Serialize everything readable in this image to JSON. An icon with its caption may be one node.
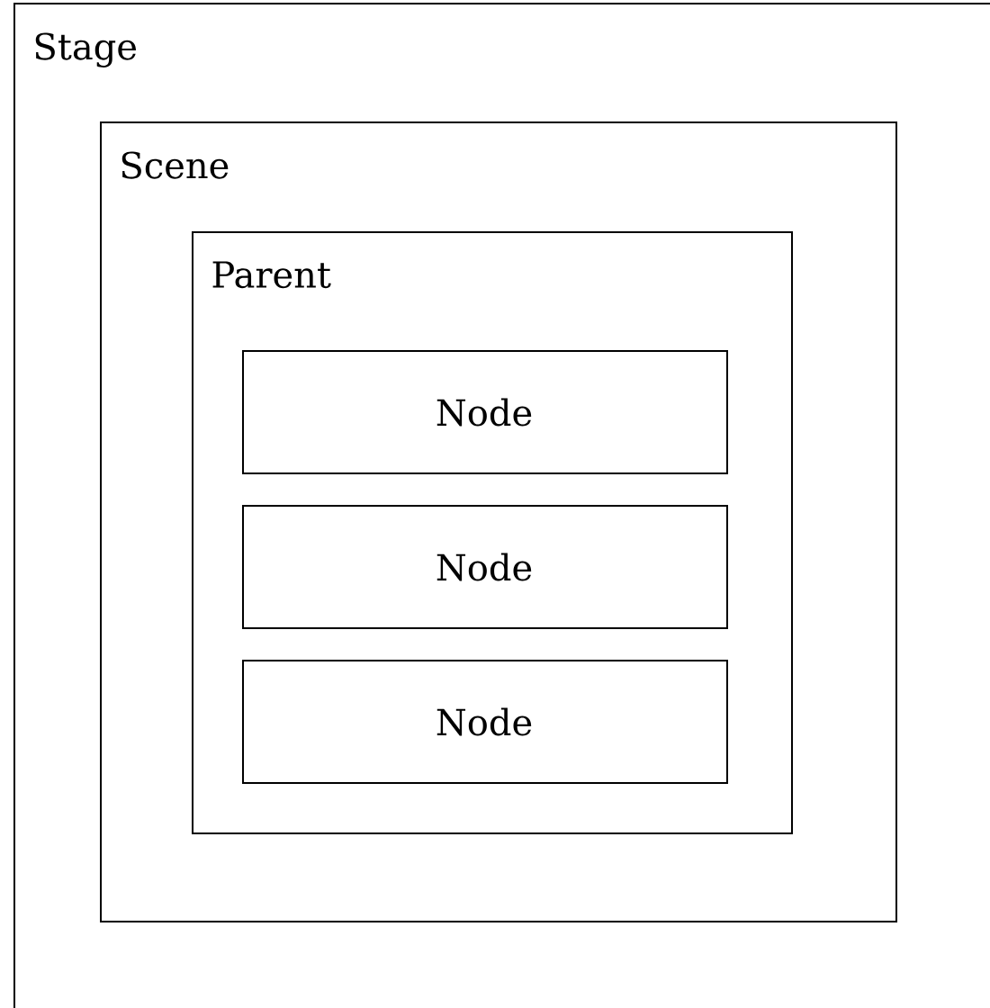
{
  "diagram": {
    "nodes": [
      {
        "text": [
          "Stage"
        ]
      },
      {
        "text": [
          "Scene"
        ],
        "in": 0
      },
      {
        "text": [
          "Parent"
        ],
        "in": 1
      },
      {
        "text": [
          "Node"
        ],
        "in": 2
      },
      {
        "text": [
          "Node"
        ],
        "in": 2
      },
      {
        "text": [
          "Node"
        ],
        "in": 2
      }
    ]
  }
}
